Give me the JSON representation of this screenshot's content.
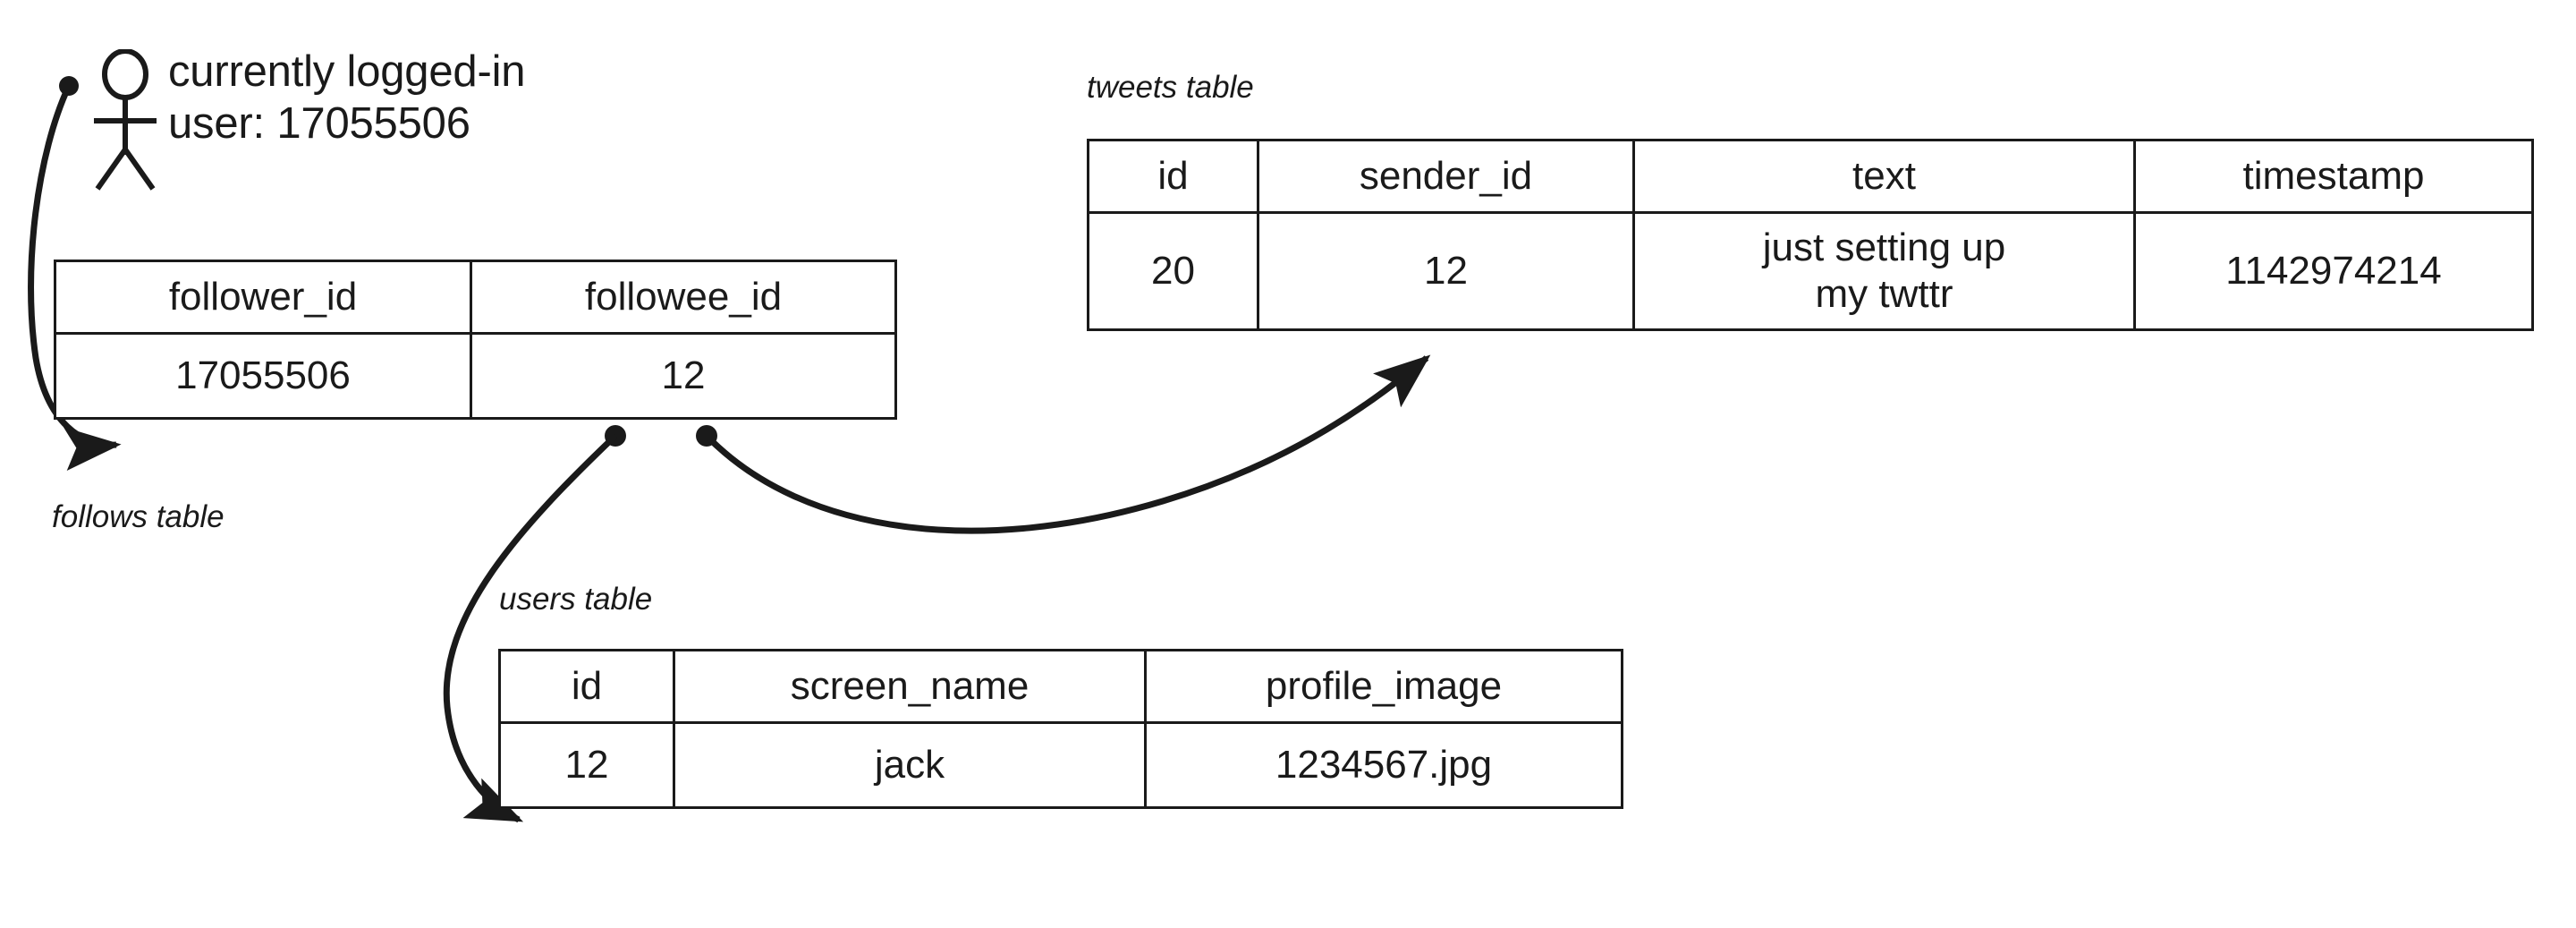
{
  "actor": {
    "icon": "stick-figure-user-icon",
    "caption": "currently logged-in\nuser: 17055506"
  },
  "tables": {
    "follows": {
      "label": "follows table",
      "columns": [
        "follower_id",
        "followee_id"
      ],
      "rows": [
        [
          "17055506",
          "12"
        ]
      ]
    },
    "tweets": {
      "label": "tweets table",
      "columns": [
        "id",
        "sender_id",
        "text",
        "timestamp"
      ],
      "rows": [
        [
          "20",
          "12",
          "just setting up\nmy twttr",
          "1142974214"
        ]
      ]
    },
    "users": {
      "label": "users table",
      "columns": [
        "id",
        "screen_name",
        "profile_image"
      ],
      "rows": [
        [
          "12",
          "jack",
          "1234567.jpg"
        ]
      ]
    }
  },
  "connections": [
    {
      "name": "actor-to-follower-id",
      "from": "currently logged-in user",
      "to": "follows.follower_id = 17055506"
    },
    {
      "name": "followee-id-to-users-id",
      "from": "follows.followee_id = 12",
      "to": "users.id = 12"
    },
    {
      "name": "followee-id-to-sender-id",
      "from": "follows.followee_id = 12",
      "to": "tweets.sender_id = 12"
    }
  ],
  "colors": {
    "ink": "#1a1a1a",
    "background": "#ffffff"
  }
}
